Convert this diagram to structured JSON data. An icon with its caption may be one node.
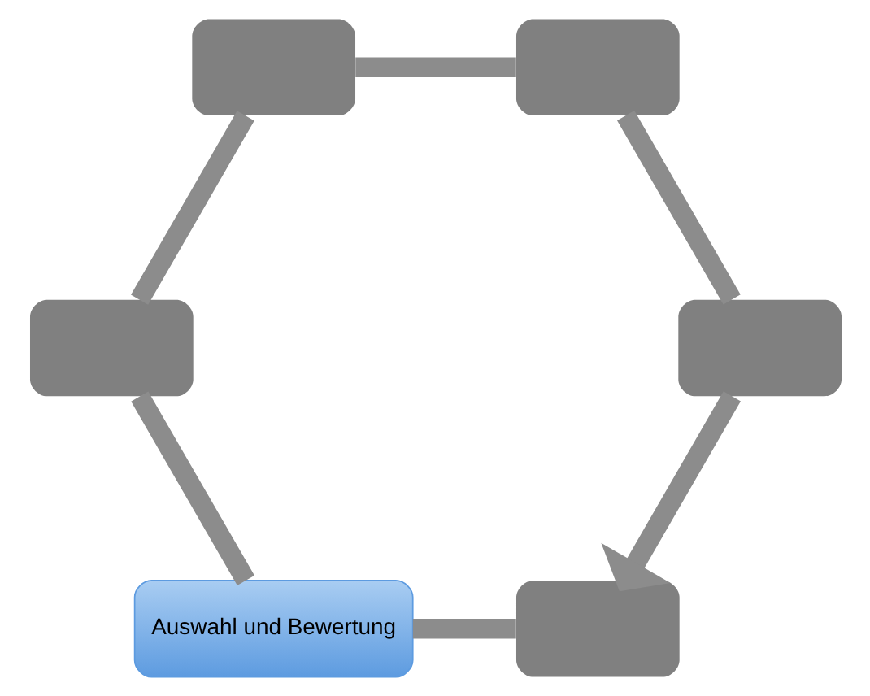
{
  "diagram": {
    "nodes": [
      {
        "text": [],
        "shape": "box"
      },
      {
        "text": [],
        "shape": "box"
      },
      {
        "text": [
          "Auswahl und Bewertung"
        ]
      },
      {
        "text": [],
        "shape": "box"
      },
      {
        "text": [],
        "shape": "box"
      },
      {
        "text": [],
        "shape": "box"
      }
    ],
    "edges": [
      {
        "from": 0,
        "to": 2,
        "arrow": "none"
      },
      {
        "from": 2,
        "to": 4,
        "arrow": "none"
      },
      {
        "from": 4,
        "to": 5,
        "arrow": "none"
      },
      {
        "from": 5,
        "to": 3,
        "arrow": "none"
      },
      {
        "from": 3,
        "to": 1,
        "arrow": "none"
      },
      {
        "from": 1,
        "to": 0,
        "arrow": "to"
      }
    ]
  }
}
